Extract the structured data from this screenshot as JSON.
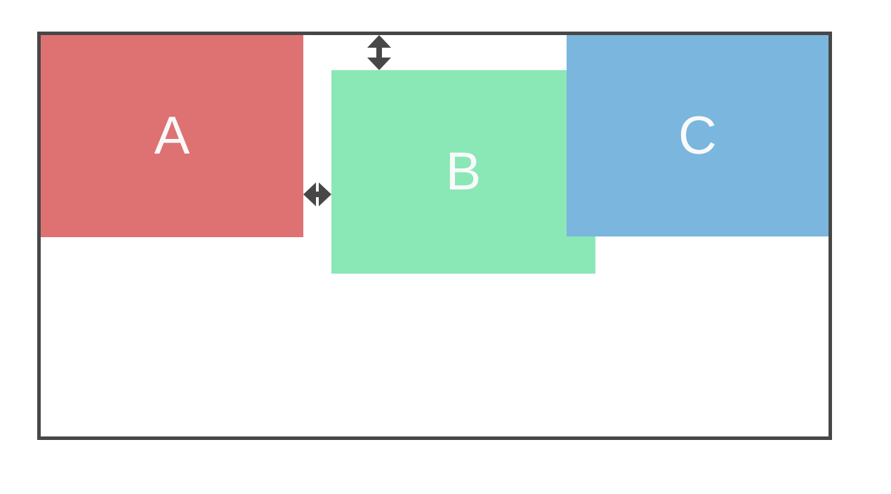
{
  "diagram": {
    "container": {
      "border_color": "#474747"
    },
    "boxes": [
      {
        "label": "A",
        "color": "#DE7273"
      },
      {
        "label": "B",
        "color": "#8AE7B6"
      },
      {
        "label": "C",
        "color": "#7AB6DD"
      }
    ],
    "label_color": "#FAFAFA",
    "arrows": {
      "color": "#474747",
      "vertical_icon": "vertical-double-arrow",
      "horizontal_icon": "horizontal-double-arrow"
    }
  }
}
